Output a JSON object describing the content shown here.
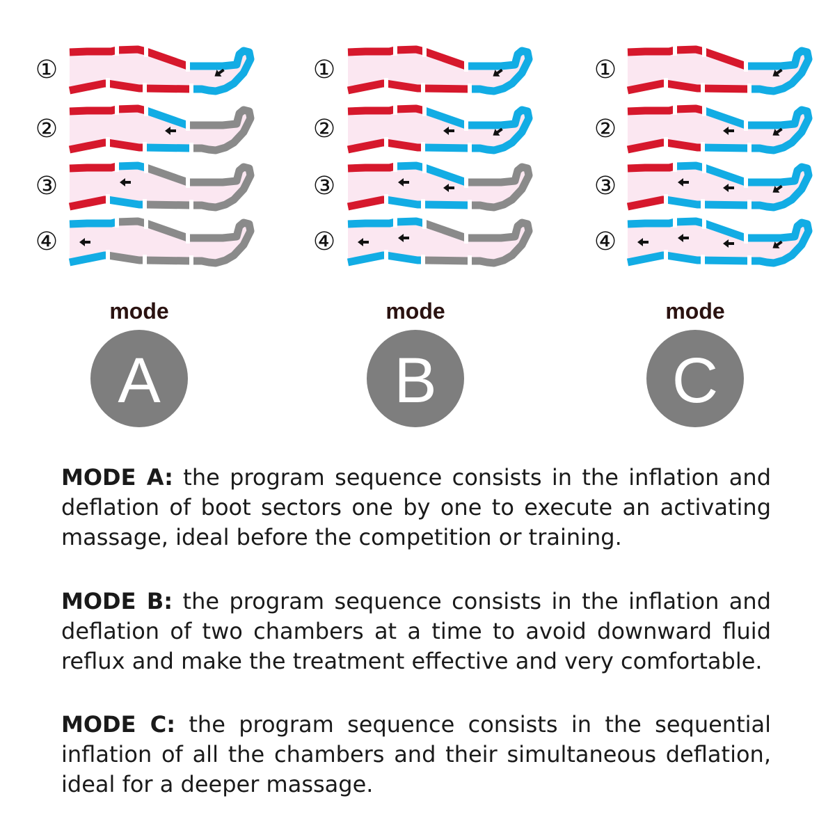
{
  "step_numbers": [
    "①",
    "②",
    "③",
    "④"
  ],
  "colors": {
    "inflated": "#12ACE4",
    "waiting": "#D6182C",
    "deflated": "#8A8A8A",
    "leg_fill": "#FBE7F1",
    "badge": "#7E7E7E",
    "text": "#1A1A1A"
  },
  "modes": [
    {
      "word": "mode",
      "letter": "A",
      "steps": [
        {
          "thigh": "waiting",
          "knee": "waiting",
          "calf": "waiting",
          "foot": "inflated",
          "arrows": [
            "foot"
          ]
        },
        {
          "thigh": "waiting",
          "knee": "waiting",
          "calf": "inflated",
          "foot": "deflated",
          "arrows": [
            "calf"
          ]
        },
        {
          "thigh": "waiting",
          "knee": "inflated",
          "calf": "deflated",
          "foot": "deflated",
          "arrows": [
            "knee"
          ]
        },
        {
          "thigh": "inflated",
          "knee": "deflated",
          "calf": "deflated",
          "foot": "deflated",
          "arrows": [
            "thigh"
          ]
        }
      ]
    },
    {
      "word": "mode",
      "letter": "B",
      "steps": [
        {
          "thigh": "waiting",
          "knee": "waiting",
          "calf": "waiting",
          "foot": "inflated",
          "arrows": [
            "foot"
          ]
        },
        {
          "thigh": "waiting",
          "knee": "waiting",
          "calf": "inflated",
          "foot": "inflated",
          "arrows": [
            "calf",
            "foot"
          ]
        },
        {
          "thigh": "waiting",
          "knee": "inflated",
          "calf": "inflated",
          "foot": "deflated",
          "arrows": [
            "knee",
            "calf"
          ]
        },
        {
          "thigh": "inflated",
          "knee": "inflated",
          "calf": "deflated",
          "foot": "deflated",
          "arrows": [
            "thigh",
            "knee"
          ]
        }
      ]
    },
    {
      "word": "mode",
      "letter": "C",
      "steps": [
        {
          "thigh": "waiting",
          "knee": "waiting",
          "calf": "waiting",
          "foot": "inflated",
          "arrows": [
            "foot"
          ]
        },
        {
          "thigh": "waiting",
          "knee": "waiting",
          "calf": "inflated",
          "foot": "inflated",
          "arrows": [
            "calf",
            "foot"
          ]
        },
        {
          "thigh": "waiting",
          "knee": "inflated",
          "calf": "inflated",
          "foot": "inflated",
          "arrows": [
            "knee",
            "calf",
            "foot"
          ]
        },
        {
          "thigh": "inflated",
          "knee": "inflated",
          "calf": "inflated",
          "foot": "inflated",
          "arrows": [
            "thigh",
            "knee",
            "calf",
            "foot"
          ]
        }
      ]
    }
  ],
  "descriptions": [
    {
      "label": "MODE A:",
      "text": " the program sequence consists in the inflation and deflation of boot sectors one by one to execute an activating massage, ideal before the competition or training."
    },
    {
      "label": "MODE B:",
      "text": " the program sequence consists in the inflation and deflation of two chambers at a time to avoid downward fluid reflux and make the treatment effective and very comfortable."
    },
    {
      "label": "MODE C:",
      "text": " the program sequence consists in the sequential inflation of all the chambers and their simultaneous deflation, ideal for a deeper massage."
    }
  ]
}
